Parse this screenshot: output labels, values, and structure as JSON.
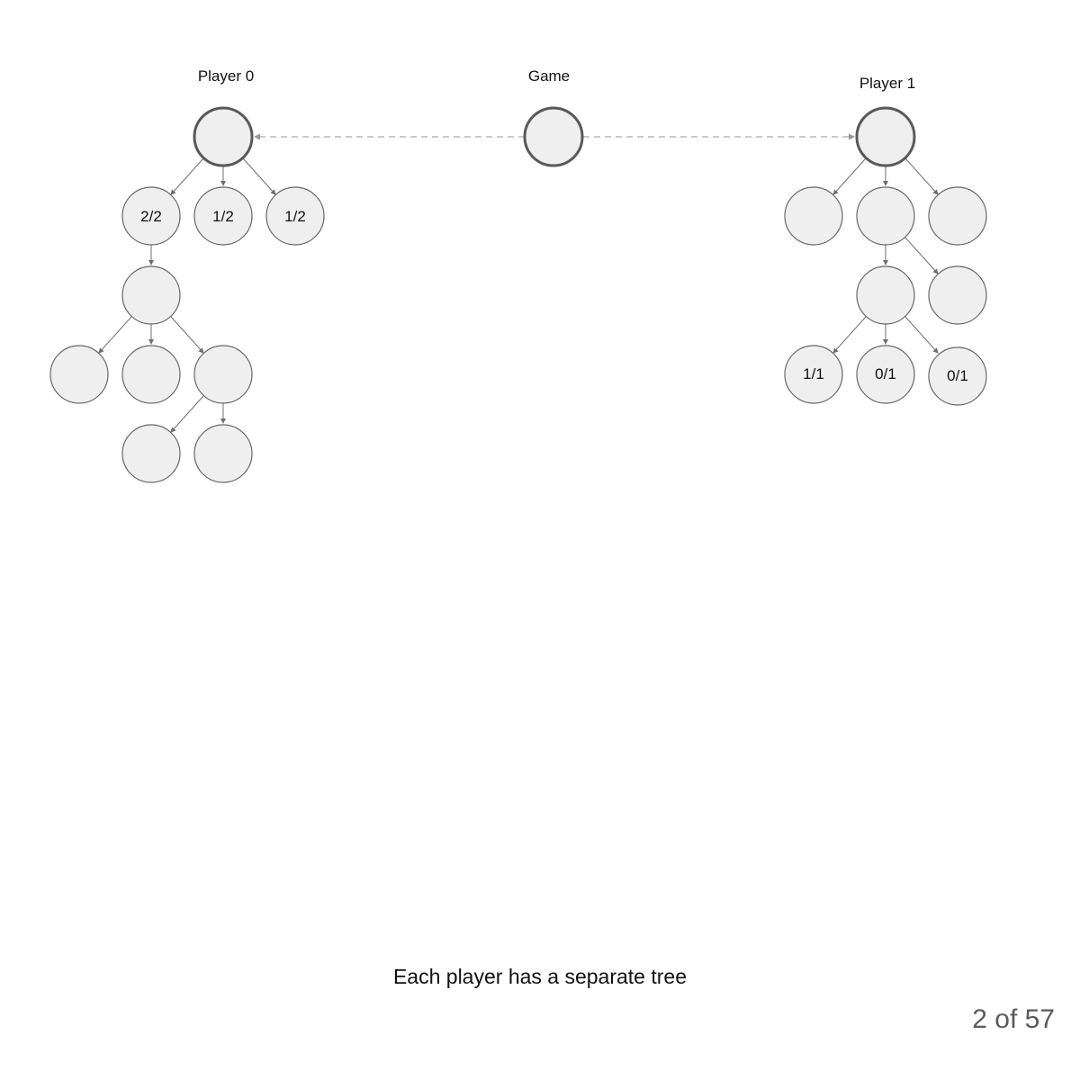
{
  "titles": {
    "player0": "Player 0",
    "game": "Game",
    "player1": "Player 1"
  },
  "nodes": {
    "p0_root": "",
    "game": "",
    "p1_root": "",
    "p0_a": "2/2",
    "p0_b": "1/2",
    "p0_c": "1/2",
    "p0_a1": "",
    "p0_a1a": "",
    "p0_a1b": "",
    "p0_a1c": "",
    "p0_a1c1": "",
    "p0_a1c2": "",
    "p1_a": "",
    "p1_b": "",
    "p1_c": "",
    "p1_b1": "",
    "p1_b2": "",
    "p1_b1a": "1/1",
    "p1_b1b": "0/1",
    "p1_b1c": "0/1"
  },
  "caption": "Each player has a separate tree",
  "page_counter": "2 of 57",
  "colors": {
    "node_fill": "#efefef",
    "node_stroke": "#666666",
    "root_stroke": "#595959",
    "dashed_link": "#aaaaaa"
  }
}
